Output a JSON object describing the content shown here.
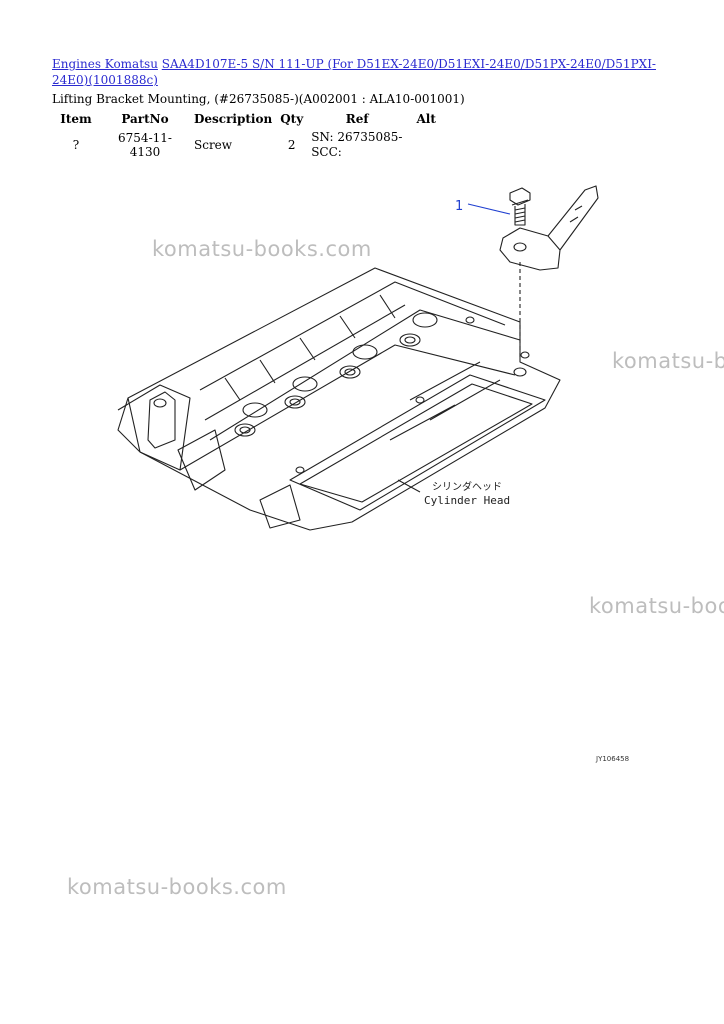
{
  "breadcrumb": {
    "link1": "Engines Komatsu",
    "link2": "SAA4D107E-5 S/N 111-UP (For D51EX-24E0/D51EXI-24E0/D51PX-24E0/D51PXI-24E0)(1001888c)"
  },
  "subtitle": "Lifting Bracket Mounting, (#26735085-)(A002001 : ALA10-001001)",
  "table": {
    "headers": [
      "Item",
      "PartNo",
      "Description",
      "Qty",
      "Ref",
      "Alt"
    ],
    "rows": [
      {
        "item": "?",
        "partno": "6754-11-4130",
        "description": "Screw",
        "qty": "2",
        "ref": "SN: 26735085-SCC:",
        "alt": ""
      }
    ]
  },
  "diagram": {
    "callout": "1",
    "label_jp": "シリンダヘッド",
    "label_en": "Cylinder Head",
    "code": "JY106458"
  },
  "watermarks": [
    "komatsu-books.com",
    "komatsu-b",
    "komatsu-boo",
    "komatsu-books.com"
  ],
  "colors": {
    "link": "#2a2ad0",
    "callout": "#1f3fd0",
    "watermark": "#bdbdbd"
  }
}
